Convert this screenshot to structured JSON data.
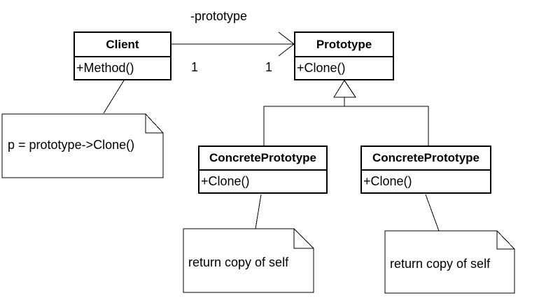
{
  "diagram": {
    "association": {
      "label": "-prototype",
      "multiplicities": [
        "1",
        "1"
      ]
    },
    "classes": [
      {
        "name": "Client",
        "method": "+Method()"
      },
      {
        "name": "Prototype",
        "method": "+Clone()"
      },
      {
        "name": "ConcretePrototype",
        "method": "+Clone()"
      },
      {
        "name": "ConcretePrototype",
        "method": "+Clone()"
      }
    ],
    "notes": [
      {
        "text": "p = prototype->Clone()"
      },
      {
        "text": "return copy of self"
      },
      {
        "text": "return copy of self"
      }
    ],
    "colors": {
      "line": "#000000",
      "background": "#ffffff"
    }
  }
}
